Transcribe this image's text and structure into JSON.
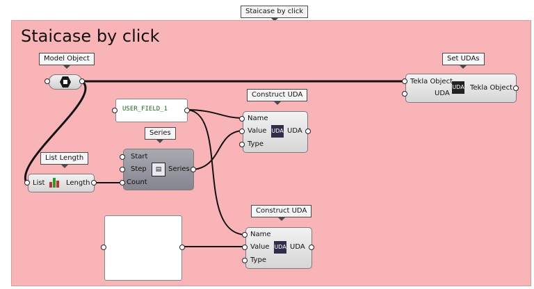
{
  "canvas": {
    "group_tag": "Staicase by click",
    "group_title": "Staicase by click"
  },
  "model_object": {
    "tag": "Model Object"
  },
  "set_udas": {
    "tag": "Set UDAs",
    "inputs": [
      "Tekla Object",
      "UDA"
    ],
    "output": "Tekla Object"
  },
  "construct_uda_1": {
    "tag": "Construct UDA",
    "inputs": [
      "Name",
      "Value",
      "Type"
    ],
    "icon_label": "UDA",
    "output": "UDA"
  },
  "construct_uda_2": {
    "tag": "Construct UDA",
    "inputs": [
      "Name",
      "Value",
      "Type"
    ],
    "icon_label": "UDA",
    "output": "UDA"
  },
  "panel": {
    "text": "USER_FIELD_1"
  },
  "series": {
    "tag": "Series",
    "inputs": [
      "Start",
      "Step",
      "Count"
    ],
    "output": "Series"
  },
  "list_length": {
    "tag": "List Length",
    "input": "List",
    "output": "Length"
  },
  "empty_panel": {
    "text": ""
  }
}
